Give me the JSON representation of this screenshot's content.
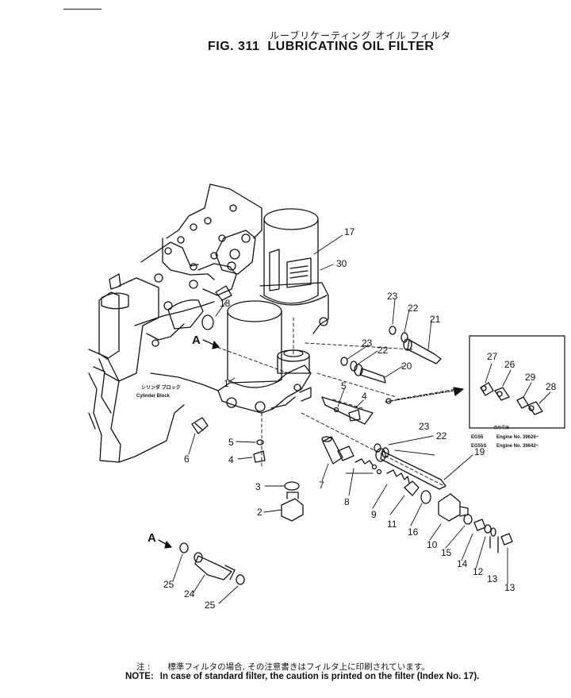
{
  "header": {
    "title_jp": "ルーブリケーティング オイル フィルタ",
    "fig_label": "FIG. 311",
    "title_en": "LUBRICATING OIL FILTER"
  },
  "labels": {
    "cylinder_block_jp": "シリンダ ブロック",
    "cylinder_block_en": "Cylinder Block",
    "view_a": "A",
    "view_a_detail": "A"
  },
  "inset": {
    "heading_jp": "適用号機",
    "rows": [
      {
        "model": "EG55",
        "engine": "Engine No. 39626~"
      },
      {
        "model": "EG55S",
        "engine": "Engine No. 39642~"
      }
    ]
  },
  "callouts": [
    "1",
    "2",
    "3",
    "4",
    "4",
    "5",
    "5",
    "6",
    "7",
    "8",
    "9",
    "10",
    "11",
    "12",
    "13",
    "13",
    "14",
    "15",
    "16",
    "17",
    "18",
    "19",
    "20",
    "21",
    "22",
    "22",
    "22",
    "23",
    "23",
    "23",
    "24",
    "25",
    "25",
    "26",
    "27",
    "28",
    "29",
    "30"
  ],
  "note": {
    "label_jp": "注 :",
    "text_jp": "標準フィルタの場合, その注意書きはフィルタ上に印刷されています。",
    "label_en": "NOTE:",
    "text_en": "In case of standard filter, the caution is printed on the filter (Index No. 17)."
  }
}
